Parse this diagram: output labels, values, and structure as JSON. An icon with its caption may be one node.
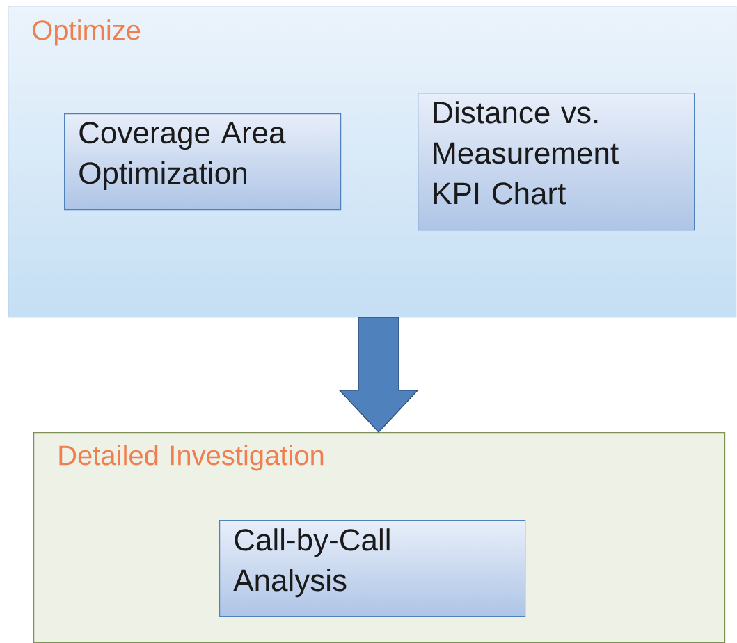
{
  "diagram": {
    "nodes": [
      {
        "text": [
          "Optimize"
        ]
      },
      {
        "text": [
          "Coverage Area Optimization"
        ],
        "in": 0
      },
      {
        "text": [
          "Distance vs. Measurement KPI Chart"
        ],
        "in": 0
      },
      {
        "text": [
          "Detailed Investigation"
        ]
      },
      {
        "text": [
          "Call-by-Call Analysis"
        ],
        "in": 3
      }
    ],
    "edges": [
      {
        "from": 0,
        "to": 3,
        "arrow": "to"
      }
    ]
  }
}
